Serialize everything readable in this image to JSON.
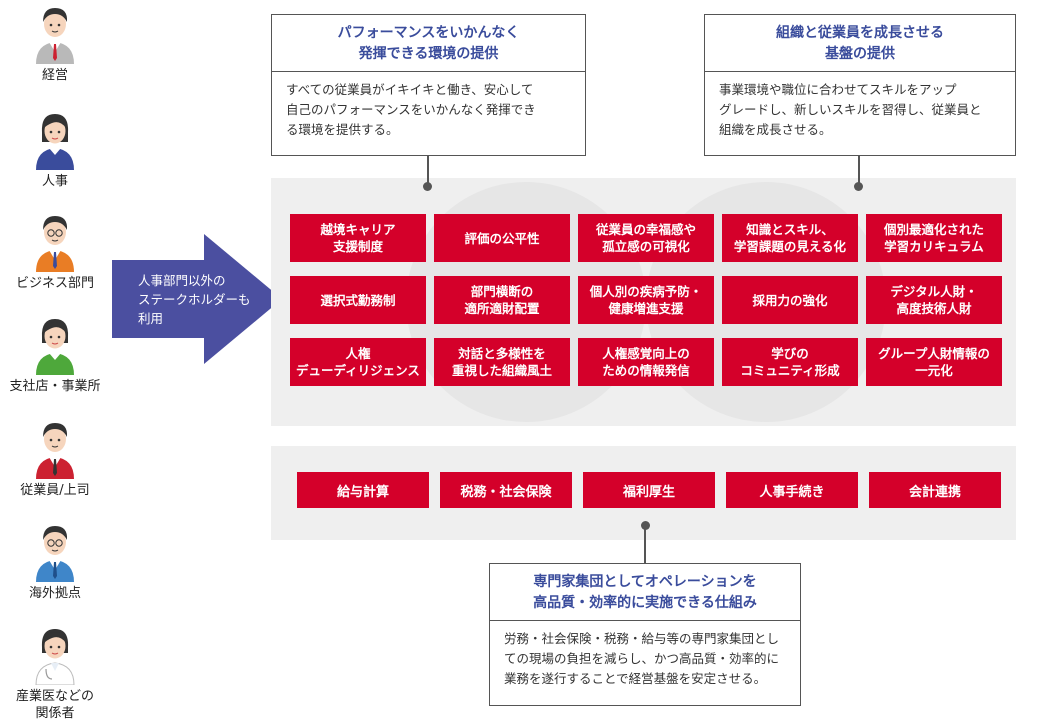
{
  "personas": [
    {
      "label": "経営",
      "color": "#b9b9b9"
    },
    {
      "label": "人事",
      "color": "#3a4c9c"
    },
    {
      "label": "ビジネス部門",
      "color": "#e97d25"
    },
    {
      "label": "支社店・事業所",
      "color": "#4ea83b"
    },
    {
      "label": "従業員/上司",
      "color": "#cc2131"
    },
    {
      "label": "海外拠点",
      "color": "#3f86c9"
    },
    {
      "label": "産業医などの\n関係者",
      "color": "#ffffff"
    }
  ],
  "arrow": {
    "text": "人事部門以外の\nステークホルダーも\n利用",
    "color": "#4b4fa0"
  },
  "top_left_callout": {
    "title": "パフォーマンスをいかんなく\n発揮できる環境の提供",
    "body": "すべての従業員がイキイキと働き、安心して\n自己のパフォーマンスをいかんなく発揮でき\nる環境を提供する。"
  },
  "top_right_callout": {
    "title": "組織と従業員を成長させる\n基盤の提供",
    "body": "事業環境や職位に合わせてスキルをアップ\nグレードし、新しいスキルを習得し、従業員と\n組織を成長させる。"
  },
  "grid": [
    [
      "越境キャリア\n支援制度",
      "評価の公平性",
      "従業員の幸福感や\n孤立感の可視化",
      "知識とスキル、\n学習課題の見える化",
      "個別最適化された\n学習カリキュラム"
    ],
    [
      "選択式勤務制",
      "部門横断の\n適所適財配置",
      "個人別の疾病予防・\n健康増進支援",
      "採用力の強化",
      "デジタル人財・\n高度技術人財"
    ],
    [
      "人権\nデューディリジェンス",
      "対話と多様性を\n重視した組織風土",
      "人権感覚向上の\nための情報発信",
      "学びの\nコミュニティ形成",
      "グループ人財情報の\n一元化"
    ]
  ],
  "buttons": [
    "給与計算",
    "税務・社会保険",
    "福利厚生",
    "人事手続き",
    "会計連携"
  ],
  "bottom_callout": {
    "title": "専門家集団としてオペレーションを\n高品質・効率的に実施できる仕組み",
    "body": "労務・社会保険・税務・給与等の専門家集団とし\nての現場の負担を減らし、かつ高品質・効率的に\n業務を遂行することで経営基盤を安定させる。"
  },
  "colors": {
    "accent": "#d4002a",
    "title": "#3a4c9c",
    "panel": "#efefef"
  }
}
